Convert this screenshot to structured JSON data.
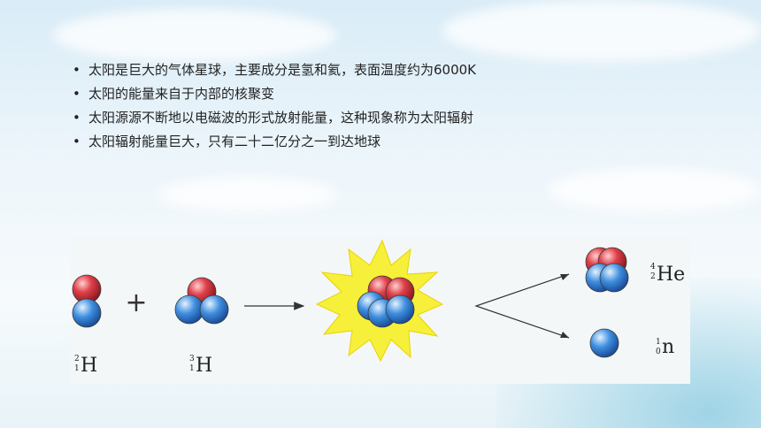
{
  "bullets": [
    "太阳是巨大的气体星球，主要成分是氢和氦，表面温度约为6000K",
    "太阳的能量来自于内部的核聚变",
    "太阳源源不断地以电磁波的形式放射能量，这种现象称为太阳辐射",
    "太阳辐射能量巨大，只有二十二亿分之一到达地球"
  ],
  "bullet_symbol": "•",
  "colors": {
    "proton": "#e0404a",
    "neutron": "#3f8fe0",
    "burst": "#f6f03a"
  },
  "diagram": {
    "plus": "+",
    "deuterium": {
      "mass": "2",
      "charge": "1",
      "symbol": "H"
    },
    "tritium": {
      "mass": "3",
      "charge": "1",
      "symbol": "H"
    },
    "helium": {
      "mass": "4",
      "charge": "2",
      "symbol": "He"
    },
    "neutron": {
      "mass": "1",
      "charge": "0",
      "symbol": "n"
    }
  }
}
